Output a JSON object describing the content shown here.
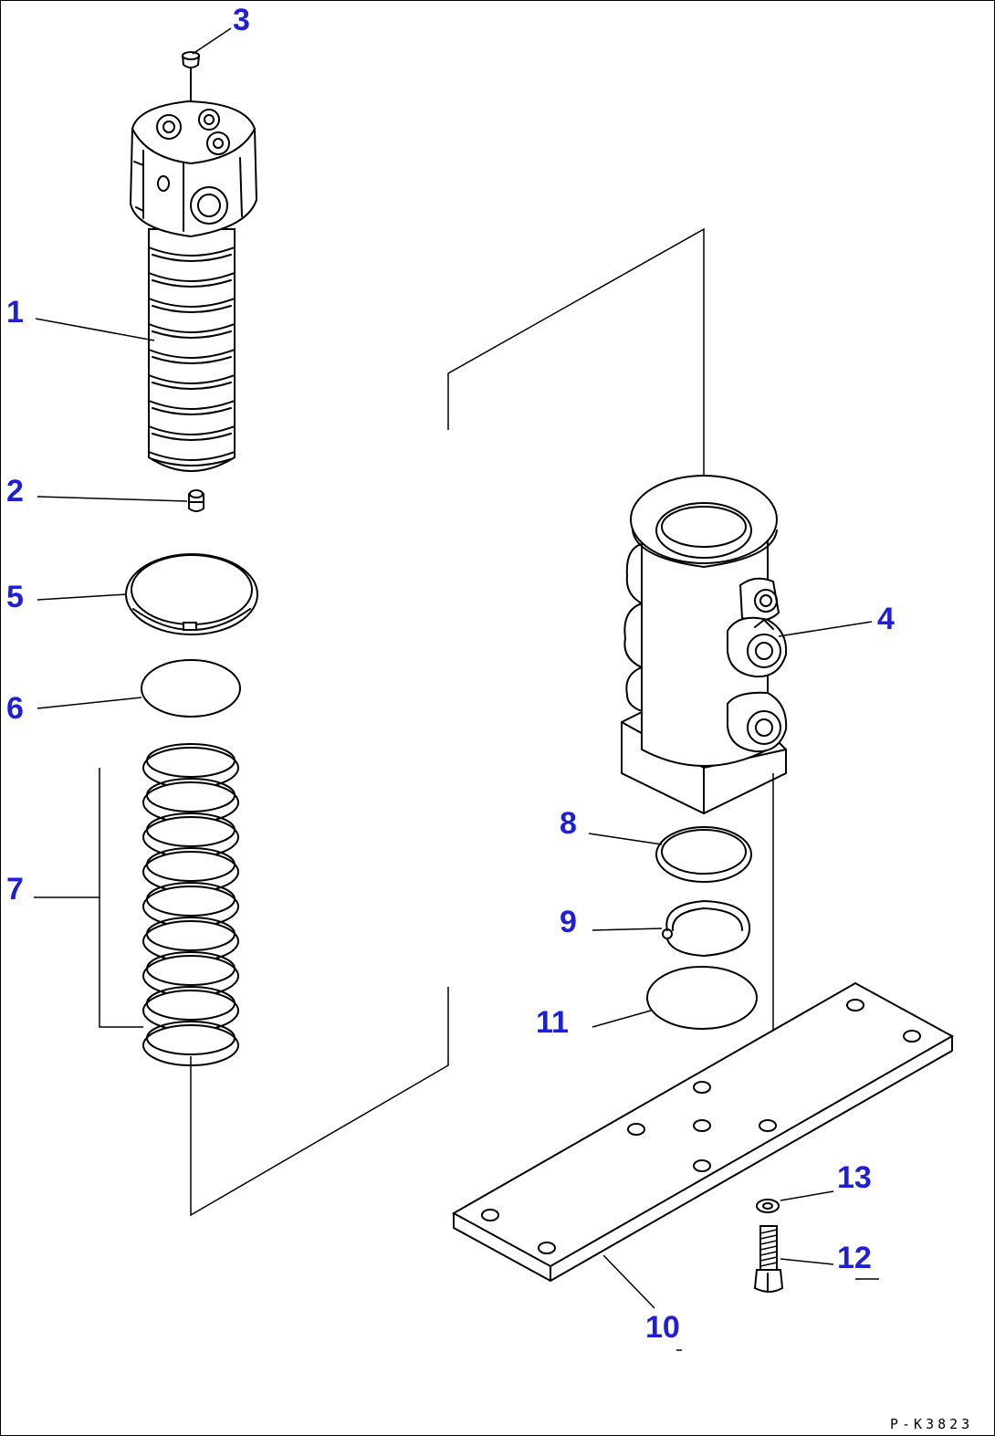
{
  "diagram": {
    "drawing_code": "P-K3823",
    "callouts": [
      {
        "id": "c1",
        "label": "1"
      },
      {
        "id": "c2",
        "label": "2"
      },
      {
        "id": "c3",
        "label": "3"
      },
      {
        "id": "c4",
        "label": "4"
      },
      {
        "id": "c5",
        "label": "5"
      },
      {
        "id": "c6",
        "label": "6"
      },
      {
        "id": "c7",
        "label": "7"
      },
      {
        "id": "c8",
        "label": "8"
      },
      {
        "id": "c9",
        "label": "9"
      },
      {
        "id": "c10",
        "label": "10"
      },
      {
        "id": "c11",
        "label": "11"
      },
      {
        "id": "c12",
        "label": "12"
      },
      {
        "id": "c13",
        "label": "13"
      }
    ],
    "colors": {
      "callout": "#1f1fd6",
      "ink": "#000000",
      "background": "#ffffff"
    }
  }
}
